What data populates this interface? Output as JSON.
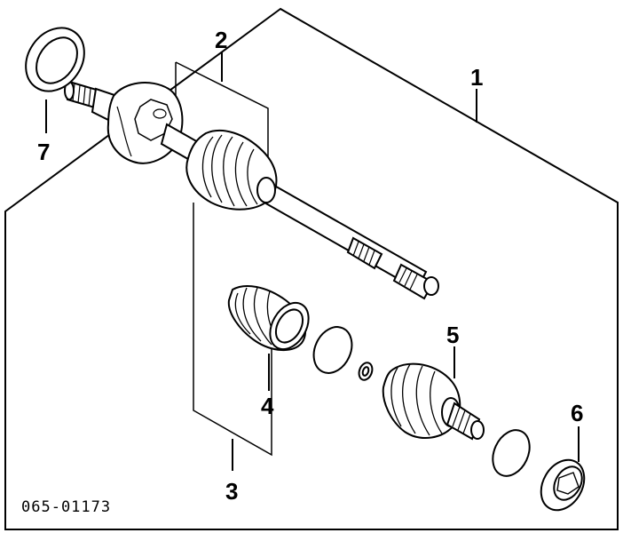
{
  "diagram": {
    "callouts": {
      "c1": "1",
      "c2": "2",
      "c3": "3",
      "c4": "4",
      "c5": "5",
      "c6": "6",
      "c7": "7"
    },
    "figure_code": "065-01173"
  }
}
